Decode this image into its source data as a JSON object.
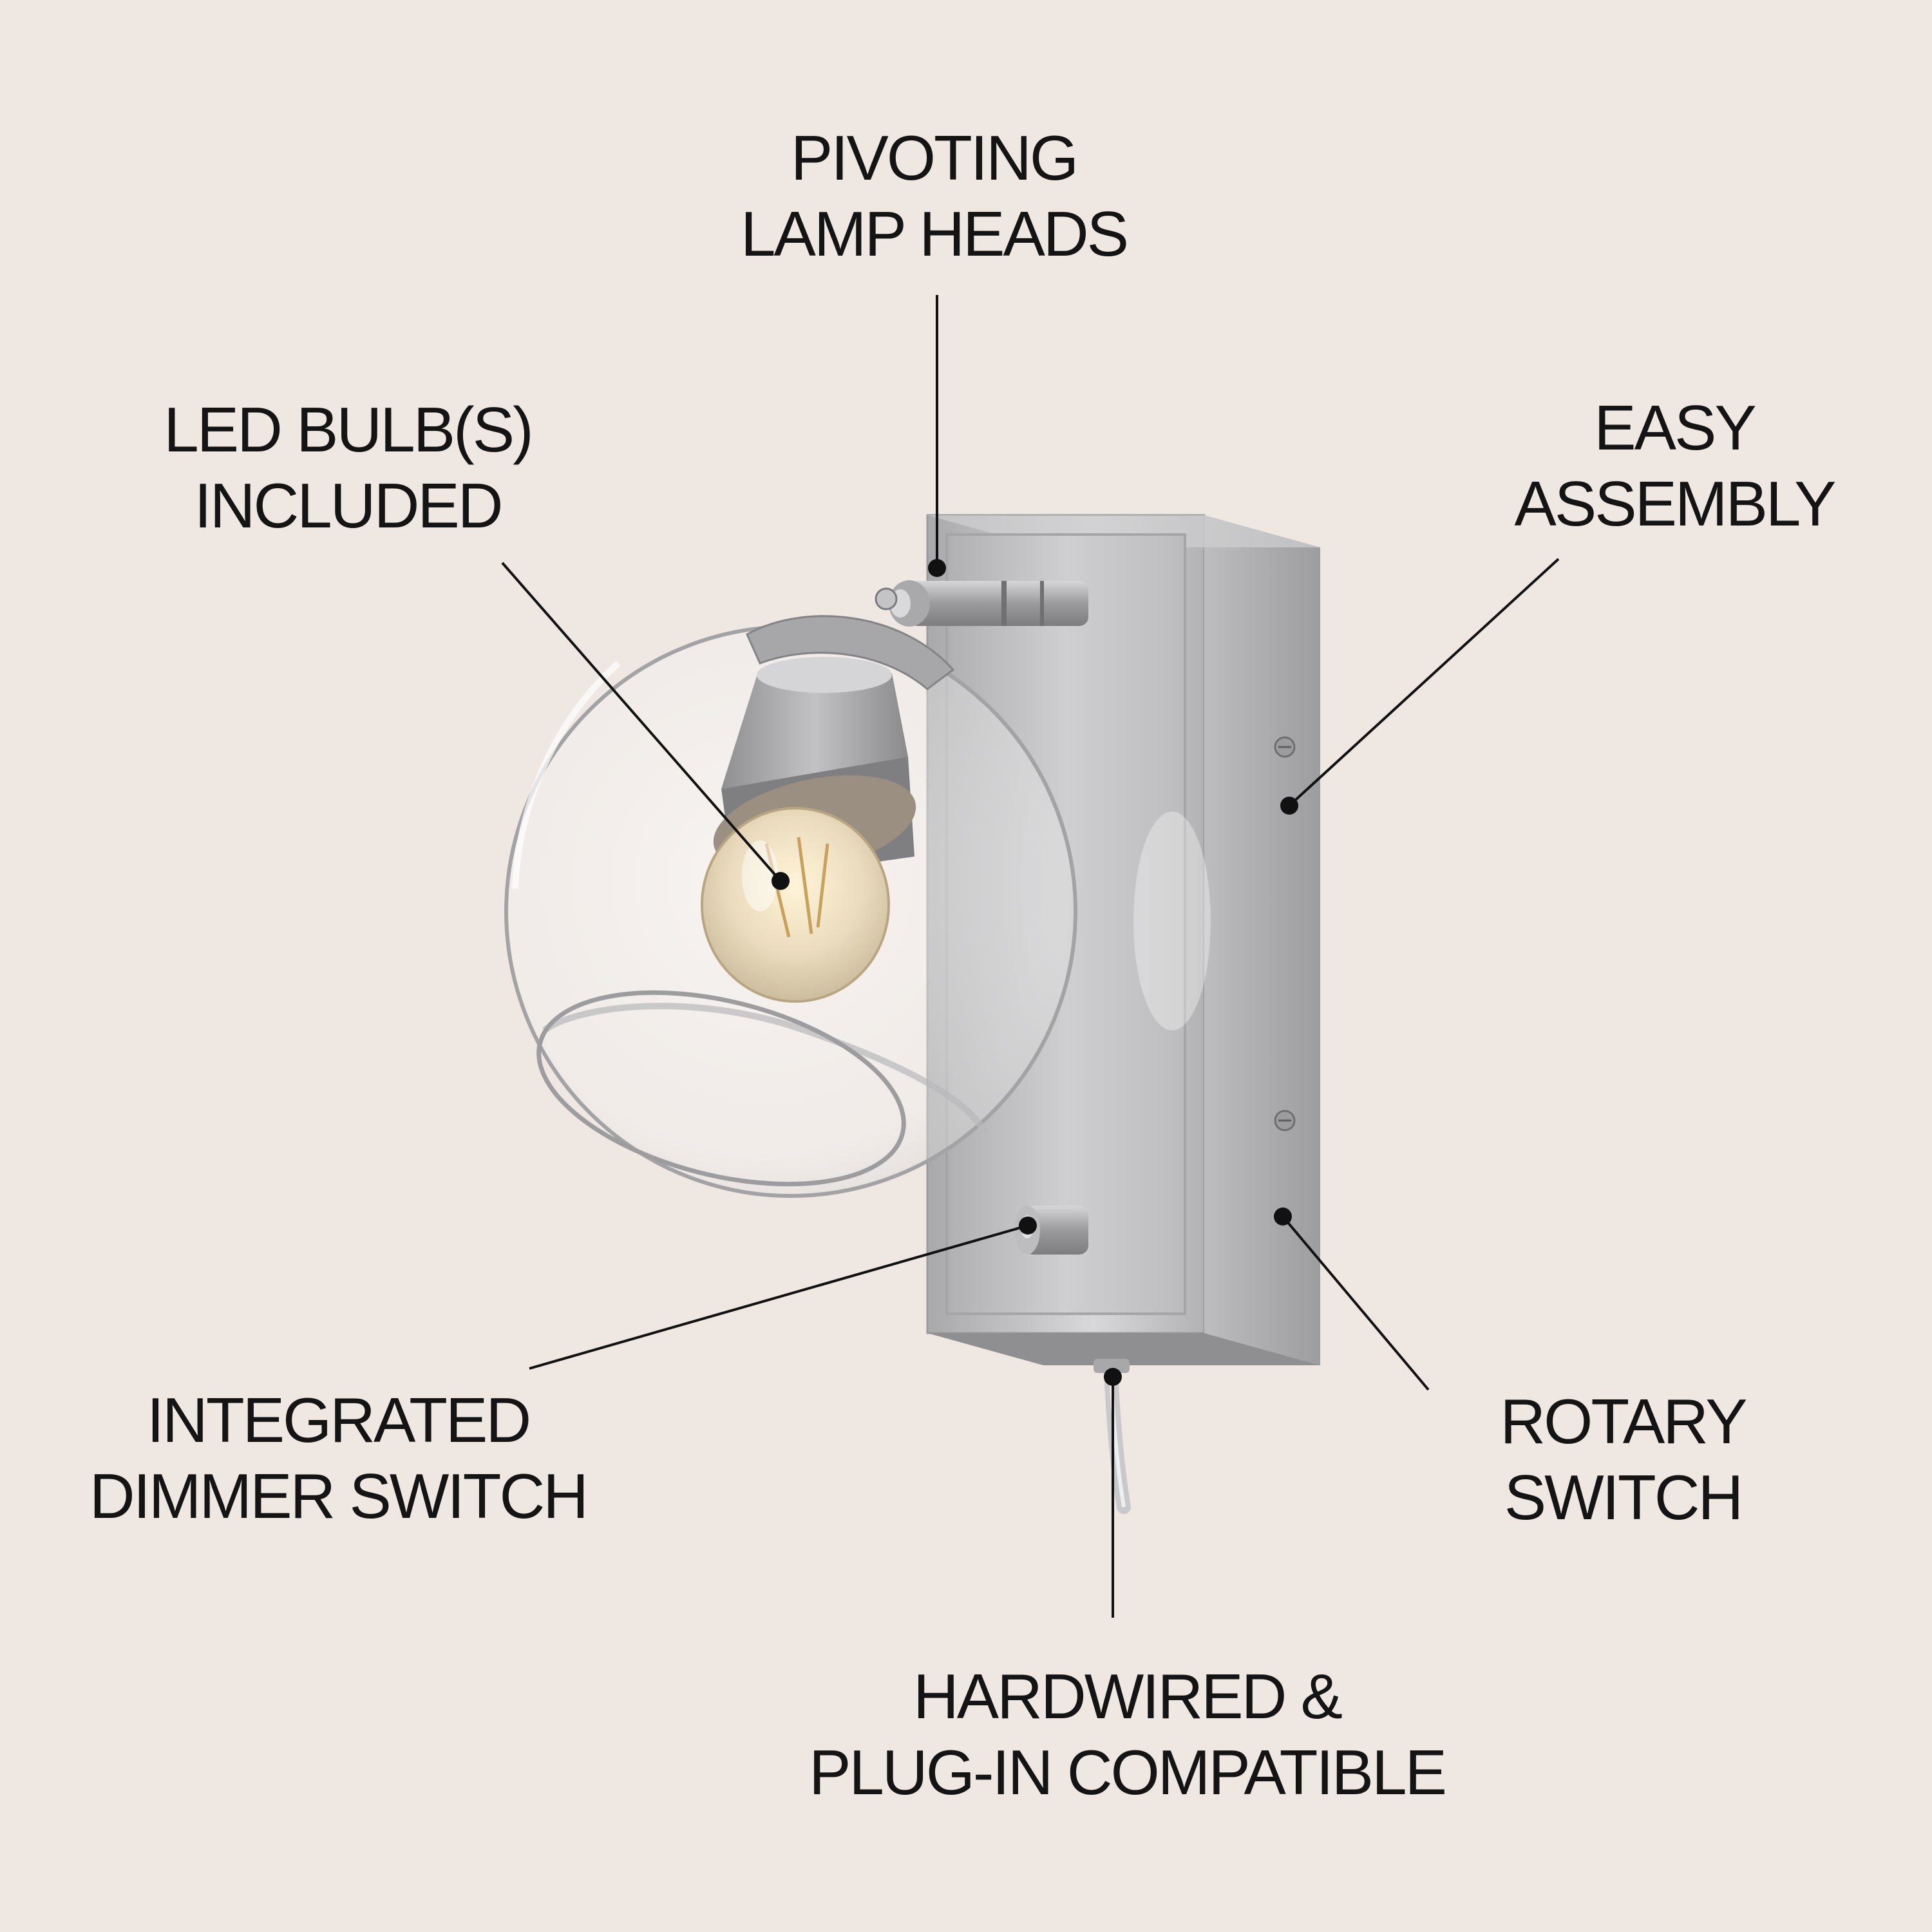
{
  "colors": {
    "background": "#efe7e2",
    "text": "#141414",
    "leader_line": "#111111",
    "brushed_nickel": "#b4b4b6",
    "nickel_dark": "#8a8a8c",
    "glass_edge": "#9e9ea0",
    "bulb_glow": "#e4c58a"
  },
  "callouts": {
    "pivoting": {
      "line1": "PIVOTING",
      "line2": "LAMP HEADS"
    },
    "led": {
      "line1": "LED BULB(S)",
      "line2": "INCLUDED"
    },
    "assembly": {
      "line1": "EASY",
      "line2": "ASSEMBLY"
    },
    "dimmer": {
      "line1": "INTEGRATED",
      "line2": "DIMMER SWITCH"
    },
    "rotary": {
      "line1": "ROTARY",
      "line2": "SWITCH"
    },
    "hardwired": {
      "line1": "HARDWIRED &",
      "line2": "PLUG-IN COMPATIBLE"
    }
  }
}
